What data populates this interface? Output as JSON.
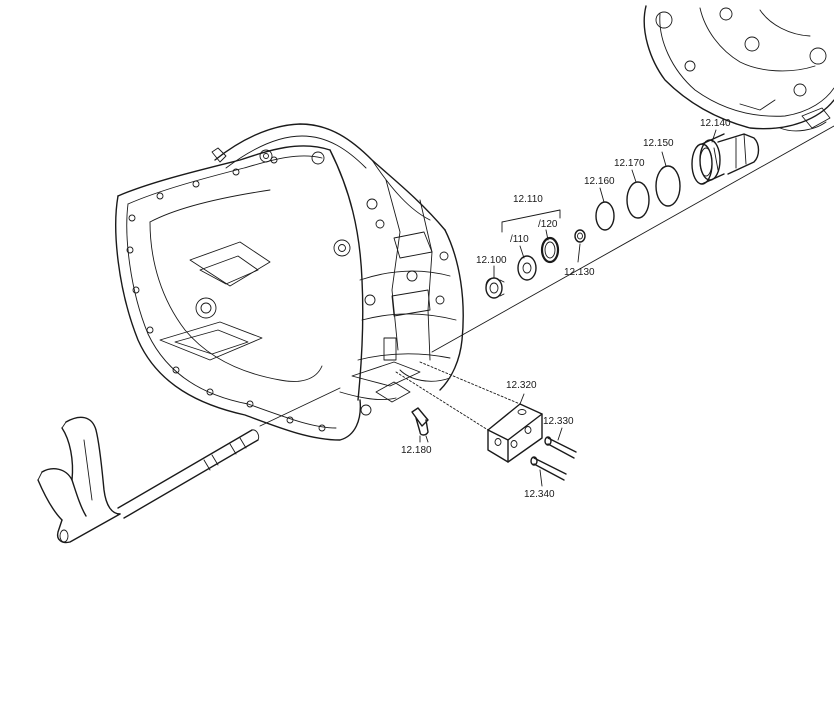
{
  "diagram": {
    "labels": [
      {
        "id": "12.110",
        "text": "12.110"
      },
      {
        "id": "/110",
        "text": "/110"
      },
      {
        "id": "/120",
        "text": "/120"
      },
      {
        "id": "12.100",
        "text": "12.100"
      },
      {
        "id": "12.130",
        "text": "12.130"
      },
      {
        "id": "12.160",
        "text": "12.160"
      },
      {
        "id": "12.170",
        "text": "12.170"
      },
      {
        "id": "12.150",
        "text": "12.150"
      },
      {
        "id": "12.140",
        "text": "12.140"
      },
      {
        "id": "12.320",
        "text": "12.320"
      },
      {
        "id": "12.330",
        "text": "12.330"
      },
      {
        "id": "12.340",
        "text": "12.340"
      },
      {
        "id": "12.180",
        "text": "12.180"
      }
    ]
  }
}
